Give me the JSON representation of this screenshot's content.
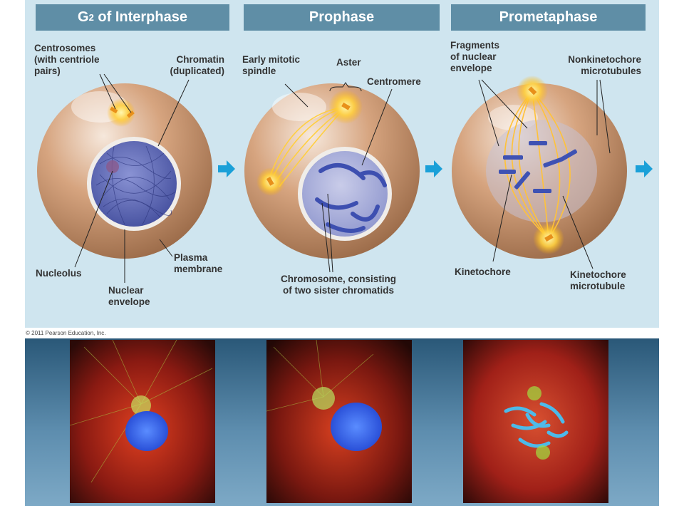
{
  "stages": [
    {
      "title": "G",
      "subscript": "2",
      "title_rest": " of Interphase"
    },
    {
      "title": "Prophase"
    },
    {
      "title": "Prometaphase"
    }
  ],
  "labels": {
    "centrosomes": "Centrosomes\n(with centriole\npairs)",
    "chromatin": "Chromatin\n(duplicated)",
    "early_mitotic_spindle": "Early mitotic\nspindle",
    "aster": "Aster",
    "centromere": "Centromere",
    "fragments_nuclear_envelope": "Fragments\nof nuclear\nenvelope",
    "nonkinetochore_microtubules": "Nonkinetochore\nmicrotubules",
    "nucleolus": "Nucleolus",
    "nuclear_envelope": "Nuclear\nenvelope",
    "plasma_membrane": "Plasma\nmembrane",
    "chromosome": "Chromosome, consisting\nof two sister chromatids",
    "kinetochore": "Kinetochore",
    "kinetochore_microtubule": "Kinetochore\nmicrotubule"
  },
  "copyright": "© 2011 Pearson Education, Inc.",
  "colors": {
    "panel": "#cfe5ef",
    "header": "#5f8ea6",
    "arrow": "#1aa0d8",
    "cell": "#c98f62",
    "nucleus": "#5762b0"
  }
}
